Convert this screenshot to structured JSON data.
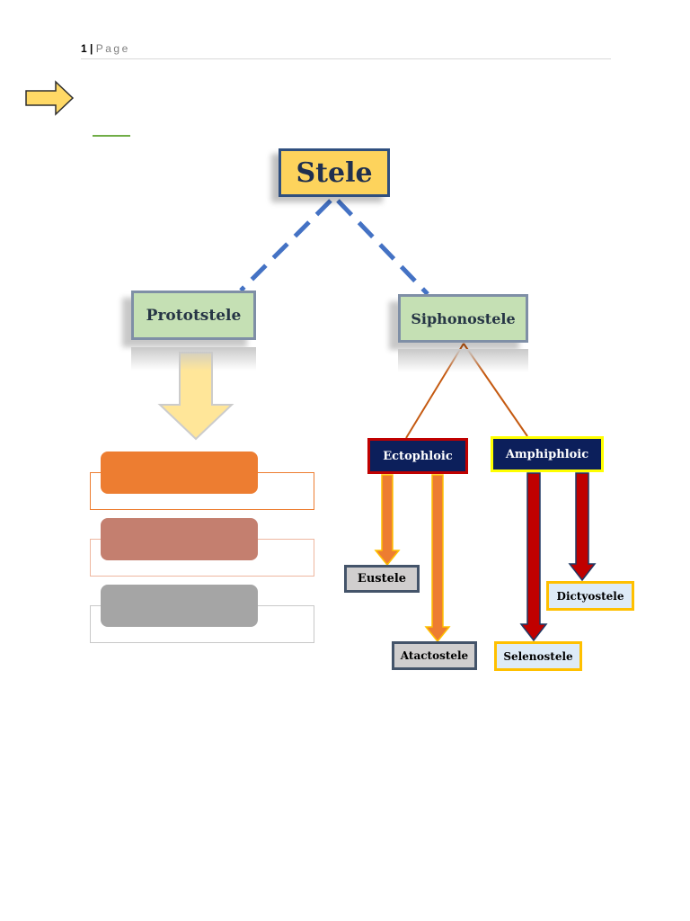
{
  "header": {
    "page_number": "1",
    "separator": "|",
    "page_label": "Page"
  },
  "diagram": {
    "root": "Stele",
    "branches": {
      "left": "Prototstele",
      "right": "Siphonostele"
    },
    "siphonostele_types": {
      "ectophloic": "Ectophloic",
      "amphiphloic": "Amphiphloic"
    },
    "leaves": {
      "eustele": "Eustele",
      "atactostele": "Atactostele",
      "selenostele": "Selenostele",
      "dictyostele": "Dictyostele"
    }
  },
  "colors": {
    "stele_fill": "#fdd35c",
    "branch_fill": "#c5e0b4",
    "dashed_connector": "#4472c4",
    "orange_connector": "#c55a11",
    "navy_box": "#0c1f5b",
    "arrow_orange": "#ed7d31",
    "arrow_red": "#c00000",
    "pill_1": "#ed7d31",
    "pill_2": "#c47f6f",
    "pill_3": "#a5a5a5"
  },
  "icons": [
    "right-arrow-icon",
    "down-arrow-icon"
  ]
}
